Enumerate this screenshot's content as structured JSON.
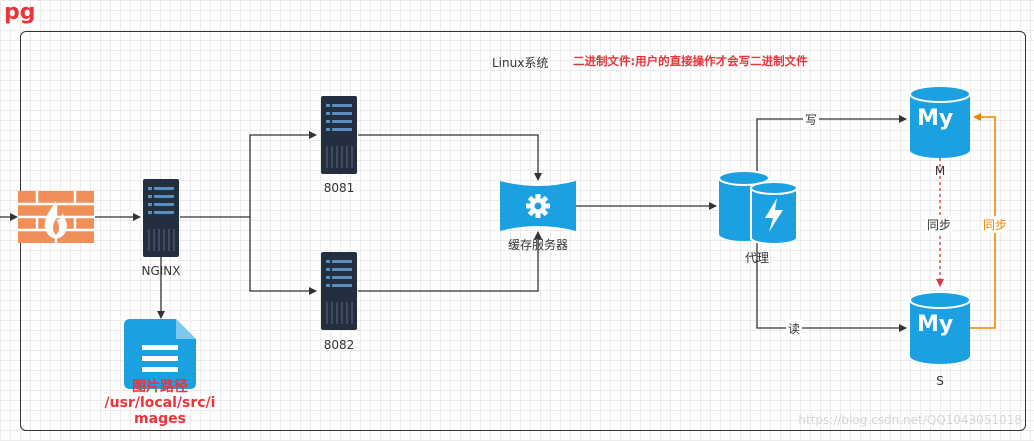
{
  "page_label": "pg",
  "container_title": "Linux系统",
  "note": "二进制文件:用户的直接操作才会写二进制文件",
  "nodes": {
    "nginx": "NGINX",
    "server_8081": "8081",
    "server_8082": "8082",
    "cache": "缓存服务器",
    "proxy": "代理",
    "mysql_master": "M",
    "mysql_slave": "S",
    "mysql_logo": "My",
    "image_path": "图片路径\n/usr/local/src/i\nmages"
  },
  "edges": {
    "write": "写",
    "read": "读",
    "sync_red": "同步",
    "sync_orange": "同步"
  },
  "colors": {
    "accent_red": "#e8353b",
    "firewall": "#f08f5a",
    "server": "#232f3e",
    "blue": "#1ba1e2",
    "orange": "#f08300"
  },
  "watermark": "https://blog.csdn.net/QQ1043051018"
}
